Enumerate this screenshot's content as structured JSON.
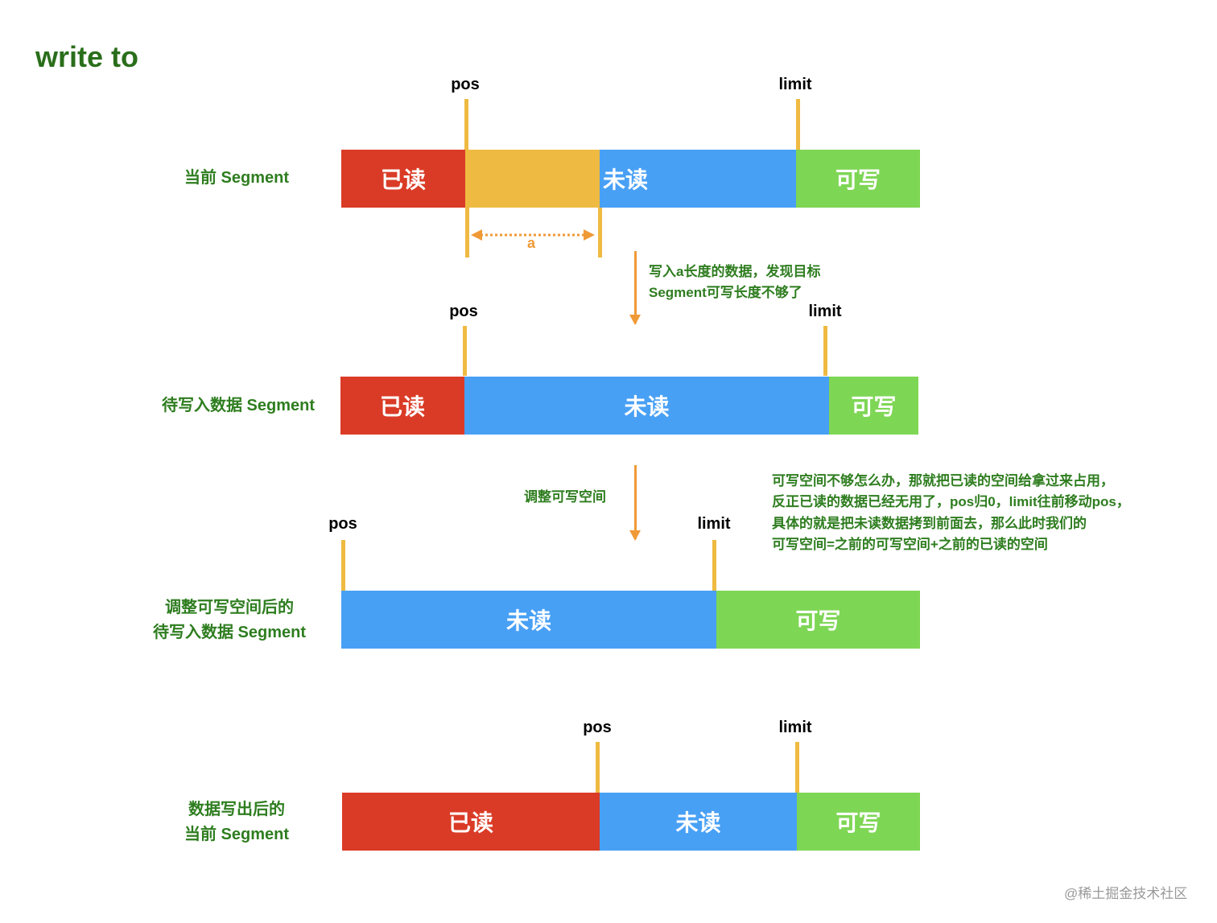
{
  "title": "write to",
  "labels": {
    "pos": "pos",
    "limit": "limit",
    "read": "已读",
    "unread": "未读",
    "writable": "可写",
    "a": "a"
  },
  "rows": [
    {
      "label": [
        "当前 Segment"
      ]
    },
    {
      "label": [
        "待写入数据 Segment"
      ]
    },
    {
      "label": [
        "调整可写空间后的",
        "待写入数据 Segment"
      ]
    },
    {
      "label": [
        "数据写出后的",
        "当前 Segment"
      ]
    }
  ],
  "notes": {
    "step1": [
      "写入a长度的数据，发现目标",
      "Segment可写长度不够了"
    ],
    "step2": "调整可写空间",
    "explain": [
      "可写空间不够怎么办，那就把已读的空间给拿过来占用，",
      "反正已读的数据已经无用了，pos归0，limit往前移动pos，",
      "具体的就是把未读数据拷到前面去，那么此时我们的",
      "可写空间=之前的可写空间+之前的已读的空间"
    ]
  },
  "watermark": "@稀土掘金技术社区"
}
